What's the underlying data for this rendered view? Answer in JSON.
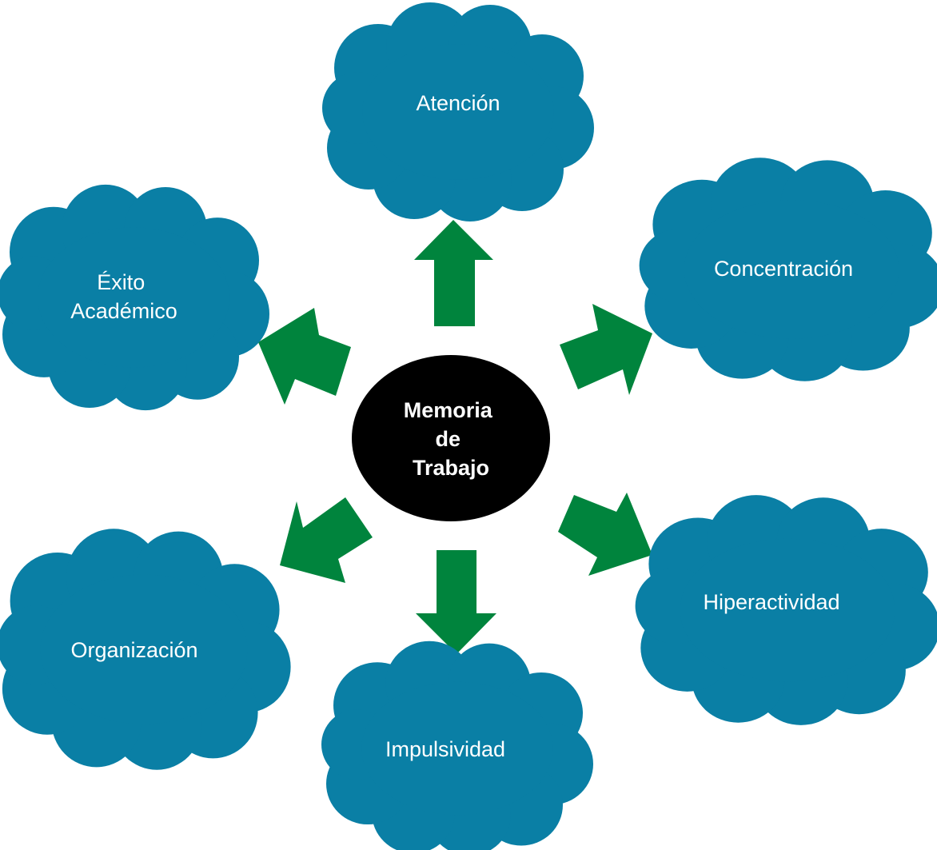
{
  "diagram": {
    "center": {
      "lines": [
        "Memoria",
        "de",
        "Trabajo"
      ],
      "color": "#000000",
      "text_color": "#ffffff"
    },
    "clouds": {
      "top": {
        "lines": [
          "Atención"
        ]
      },
      "upper_right": {
        "lines": [
          "Concentración"
        ]
      },
      "lower_right": {
        "lines": [
          "Hiperactividad"
        ]
      },
      "bottom": {
        "lines": [
          "Impulsividad"
        ]
      },
      "lower_left": {
        "lines": [
          "Organización"
        ]
      },
      "upper_left": {
        "lines": [
          "Éxito",
          "Académico"
        ]
      }
    },
    "colors": {
      "cloud_fill": "#0a7fa5",
      "cloud_stroke": "#005f82",
      "arrow": "#00843d",
      "text": "#ffffff"
    }
  }
}
